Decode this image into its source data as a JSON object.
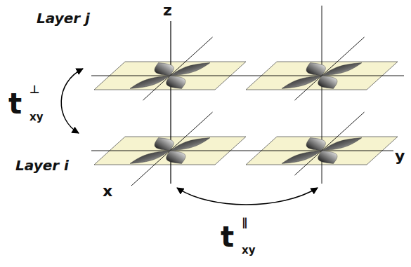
{
  "diagram": {
    "labels": [
      "z",
      "Layer j",
      "Layer i",
      "y",
      "x",
      "t",
      "⊥",
      "xy",
      "t",
      "∥",
      "xy"
    ]
  }
}
